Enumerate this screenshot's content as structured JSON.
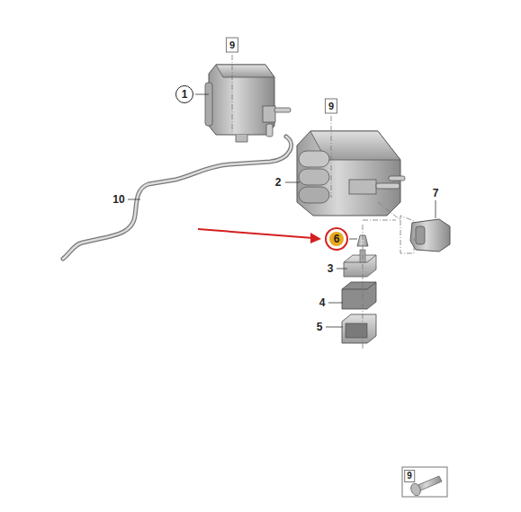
{
  "diagram": {
    "labels": [
      "9",
      "1",
      "9",
      "2",
      "7",
      "10",
      "6",
      "3",
      "4",
      "5",
      "9"
    ]
  }
}
